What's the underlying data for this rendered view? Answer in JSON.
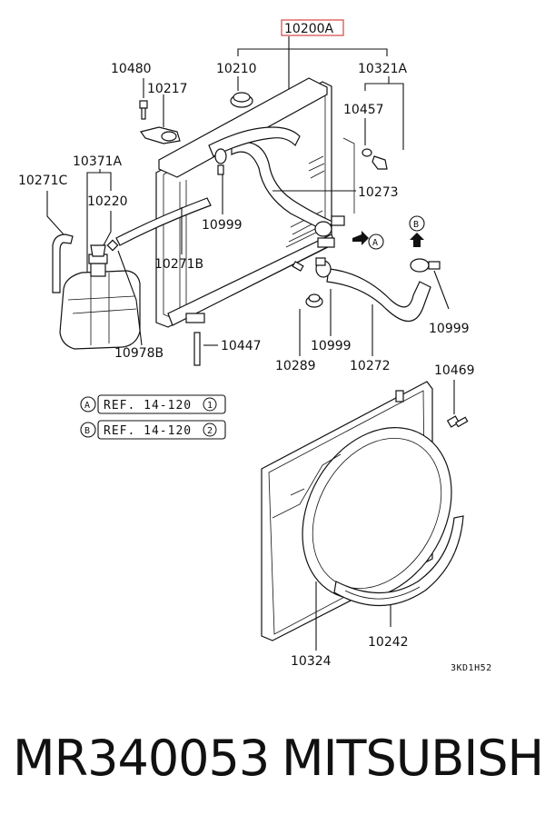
{
  "labels": {
    "main": "10200A",
    "l10480": "10480",
    "l10217": "10217",
    "l10210": "10210",
    "l10321A": "10321A",
    "l10457": "10457",
    "l10371A": "10371A",
    "l10271C": "10271C",
    "l10220": "10220",
    "l10273": "10273",
    "l10999a": "10999",
    "l10271B": "10271B",
    "l10978B": "10978B",
    "l10447": "10447",
    "l10289": "10289",
    "l10999b": "10999",
    "l10272": "10272",
    "l10999c": "10999",
    "l10469": "10469",
    "l10324": "10324",
    "l10242": "10242",
    "code": "3KD1H52",
    "arrowA": "A",
    "arrowB": "B"
  },
  "refs": [
    {
      "letter": "A",
      "text": "REF. 14-120",
      "num": "1"
    },
    {
      "letter": "B",
      "text": "REF. 14-120",
      "num": "2"
    }
  ],
  "footer": {
    "part_number": "MR340053",
    "brand": "MITSUBISHI"
  },
  "colors": {
    "highlight": "#d9534f"
  }
}
